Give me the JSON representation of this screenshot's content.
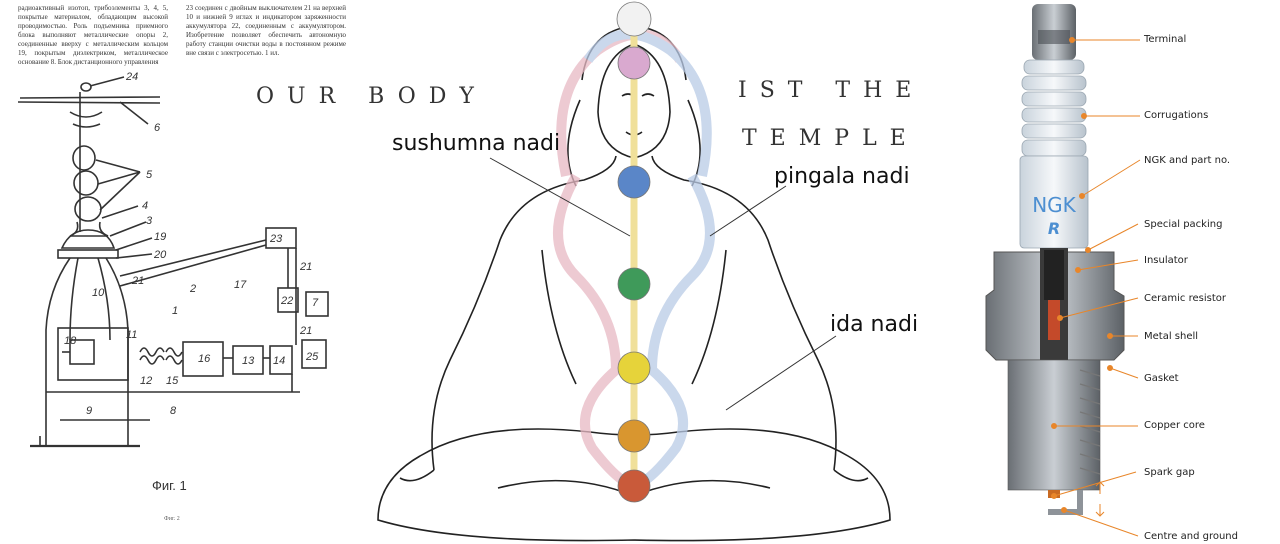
{
  "patent": {
    "left_text": "радиоактивный изотоп, трибоэлементы 3, 4, 5, покрытые материалом, обладающим высокой проводимостью. Роль подъемника приемного блока выполняют металлические опоры 2, соединенные вверху с металлическим кольцом 19, покрытым диэлектриком, металлическое основание 8. Блок дистанционного управления",
    "right_text": "23 соединен с двойным выключателем 21 на верхней 10 и нижней 9 иглах и индикатором заряженности аккумулятора 22, соединенным с аккумулятором. Изобретение позволяет обеспечить автономную работу станции очистки воды в постоянном режиме вне связи с электросетью. 1 ил.",
    "figure_caption": "Фиг. 1",
    "page_number": "Фиг. 2",
    "labels": [
      "24",
      "6",
      "5",
      "4",
      "3",
      "19",
      "20",
      "21",
      "2",
      "17",
      "1",
      "10",
      "11",
      "18",
      "12",
      "15",
      "16",
      "13",
      "14",
      "25",
      "22",
      "7",
      "23",
      "21",
      "21",
      "9",
      "8"
    ]
  },
  "yoga": {
    "headline_line1": "OUR BODY",
    "headline_line2": "IST THE",
    "headline_line3": "TEMPLE",
    "label_sushumna": "sushumna nadi",
    "label_pingala": "pingala nadi",
    "label_ida": "ida nadi",
    "chakra_colors": [
      "#f2f2f2",
      "#d9a9cf",
      "#5a86c8",
      "#3f9a5a",
      "#e6d33a",
      "#d9962f",
      "#c95a3a"
    ],
    "sushumna_color": "#f0e09a",
    "pingala_color": "#e8b9c4",
    "ida_color": "#b9cbe6"
  },
  "spark_plug": {
    "brand_text": "NGK",
    "brand_sub": "R",
    "callout_color": "#e8862a",
    "callouts": [
      "Terminal",
      "Corrugations",
      "NGK and part no.",
      "Special packing",
      "Insulator",
      "Ceramic resistor",
      "Metal shell",
      "Gasket",
      "Copper core",
      "Spark gap",
      "Centre and ground"
    ]
  }
}
